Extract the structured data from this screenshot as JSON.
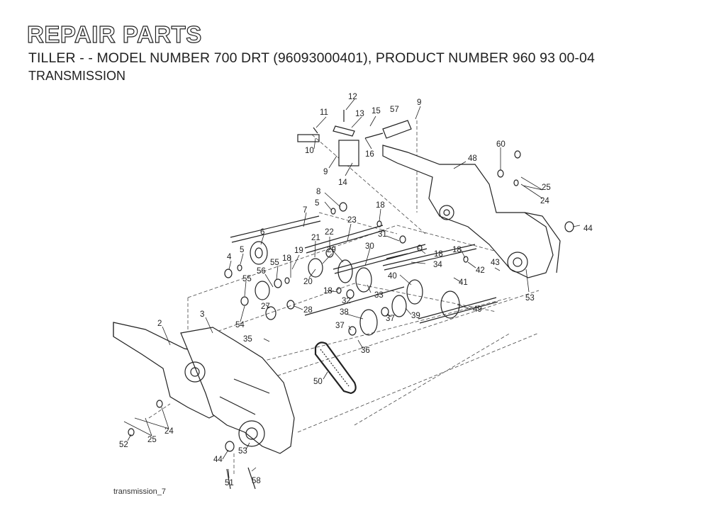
{
  "header": {
    "title": "REPAIR PARTS",
    "subtitle": "TILLER - - MODEL NUMBER 700 DRT (96093000401), PRODUCT NUMBER 960 93 00-04",
    "section": "TRANSMISSION"
  },
  "caption": "transmission_7",
  "callouts": {
    "c2": "2",
    "c3": "3",
    "c4": "4",
    "c5a": "5",
    "c5b": "5",
    "c6": "6",
    "c7": "7",
    "c8": "8",
    "c9a": "9",
    "c9b": "9",
    "c10": "10",
    "c11": "11",
    "c12": "12",
    "c13": "13",
    "c14": "14",
    "c15": "15",
    "c16": "16",
    "c18a": "18",
    "c18b": "18",
    "c18c": "18",
    "c18d": "18",
    "c18e": "18",
    "c19": "19",
    "c20": "20",
    "c21": "21",
    "c22": "22",
    "c23": "23",
    "c24a": "24",
    "c24b": "24",
    "c25a": "25",
    "c25b": "25",
    "c27": "27",
    "c28": "28",
    "c29": "29",
    "c30": "30",
    "c31": "31",
    "c32": "32",
    "c33": "33",
    "c34": "34",
    "c35": "35",
    "c36": "36",
    "c37a": "37",
    "c37b": "37",
    "c38": "38",
    "c39": "39",
    "c40": "40",
    "c41": "41",
    "c42": "42",
    "c43": "43",
    "c44a": "44",
    "c44b": "44",
    "c48": "48",
    "c49": "49",
    "c50": "50",
    "c51": "51",
    "c52": "52",
    "c53a": "53",
    "c53b": "53",
    "c54": "54",
    "c55a": "55",
    "c55b": "55",
    "c56": "56",
    "c57": "57",
    "c58": "58",
    "c60": "60"
  }
}
